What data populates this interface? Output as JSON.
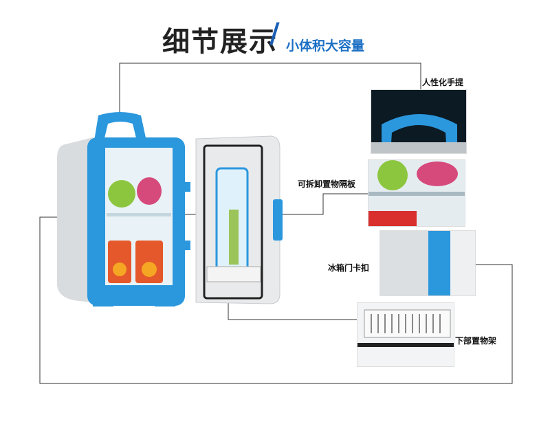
{
  "title": {
    "main": "细节展示",
    "separator": "/",
    "subtitle": "小体积大容量"
  },
  "callouts": {
    "handle": "人性化手提",
    "shelf": "可拆卸置物隔板",
    "latch": "冰箱门卡扣",
    "bottom_rack": "下部置物架"
  },
  "colors": {
    "accent_blue": "#2b97dd",
    "body_grey": "#d9dcdf",
    "line": "#333333"
  }
}
